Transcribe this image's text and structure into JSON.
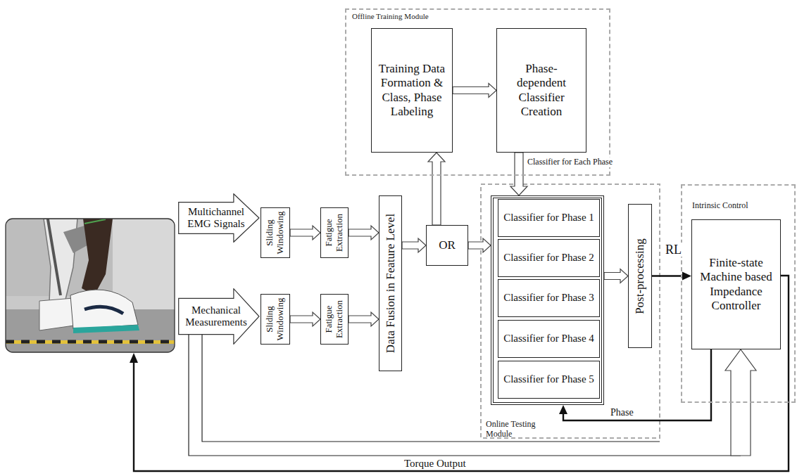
{
  "diagram": {
    "nodes": [
      {
        "text": [
          "Offline Training Module"
        ]
      },
      {
        "text": [
          "Training Data Formation & Class, Phase Labeling"
        ],
        "in": 0
      },
      {
        "text": [
          "Phase-dependent Classifier Creation"
        ],
        "in": 0
      },
      {
        "text": [
          "Multichannel EMG Signals"
        ]
      },
      {
        "text": [
          "Mechanical Measurements"
        ]
      },
      {
        "text": [
          "Sliding Windowing"
        ]
      },
      {
        "text": [
          "Fatigue Extraction"
        ]
      },
      {
        "text": [
          "Sliding Windowing"
        ]
      },
      {
        "text": [
          "Fatigue Extraction"
        ]
      },
      {
        "text": [
          "Data Fusion in Feature Level"
        ]
      },
      {
        "text": [
          "OR"
        ]
      },
      {
        "text": [
          "Online Testing Module"
        ]
      },
      {
        "text": [
          "Classifier for Phase 1"
        ],
        "in": 11
      },
      {
        "text": [
          "Classifier for Phase 2"
        ],
        "in": 11
      },
      {
        "text": [
          "Classifier for Phase 3"
        ],
        "in": 11
      },
      {
        "text": [
          "Classifier for Phase 4"
        ],
        "in": 11
      },
      {
        "text": [
          "Classifier for Phase 5"
        ],
        "in": 11
      },
      {
        "text": [
          "Post-processing"
        ]
      },
      {
        "text": [
          "Intrinsic Control"
        ]
      },
      {
        "text": [
          "Finite-state Machine based Impedance Controller"
        ],
        "in": 18
      }
    ],
    "edges": [
      {
        "from": 5,
        "to": 6,
        "arrow": "to"
      },
      {
        "from": 6,
        "to": 9,
        "arrow": "to"
      },
      {
        "from": 7,
        "to": 8,
        "arrow": "to"
      },
      {
        "from": 8,
        "to": 9,
        "arrow": "to"
      },
      {
        "from": 9,
        "to": 10,
        "arrow": "to"
      },
      {
        "from": 10,
        "to": 11,
        "arrow": "to"
      },
      {
        "from": 10,
        "to": 1,
        "arrow": "to"
      },
      {
        "from": 1,
        "to": 2,
        "arrow": "to"
      },
      {
        "from": 2,
        "to": 11,
        "label": "Classifier for Each Phase",
        "arrow": "to"
      },
      {
        "from": 11,
        "to": 17,
        "arrow": "to"
      },
      {
        "from": 17,
        "to": 19,
        "label": "RL",
        "arrow": "to"
      },
      {
        "from": 19,
        "to": 11,
        "label": "Phase",
        "arrow": "to"
      },
      {
        "from": 4,
        "to": 19,
        "arrow": "to"
      }
    ],
    "labels": [
      "Torque Output"
    ]
  }
}
